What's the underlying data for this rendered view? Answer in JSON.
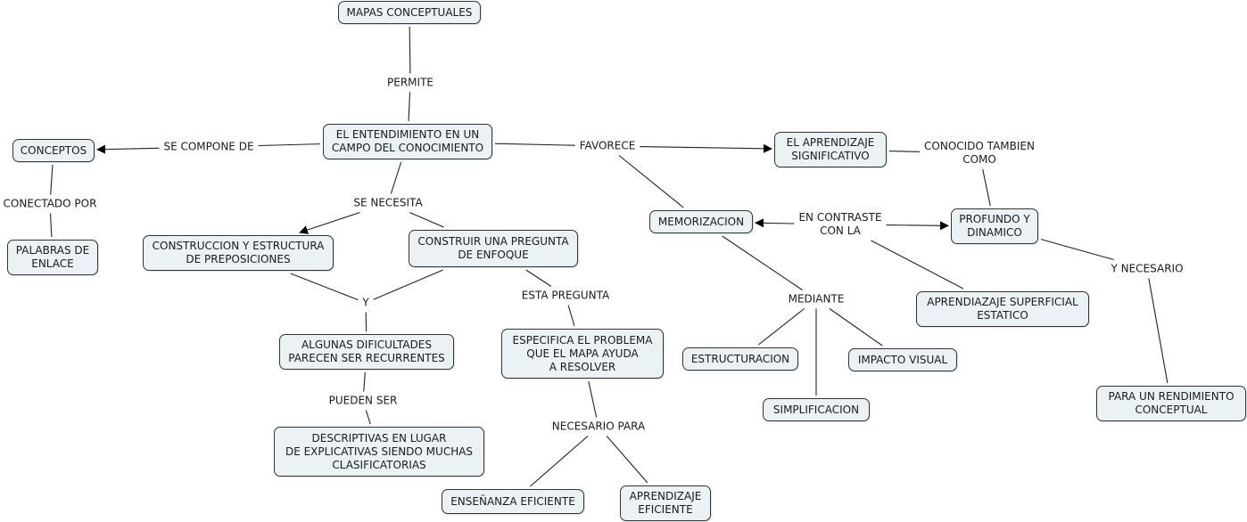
{
  "title": "MAPAS CONCEPTUALES",
  "concepts": [
    {
      "id": "mapas",
      "label": "MAPAS CONCEPTUALES"
    },
    {
      "id": "entendimiento",
      "label": "EL ENTENDIMIENTO EN UN\nCAMPO DEL CONOCIMIENTO"
    },
    {
      "id": "conceptos",
      "label": "CONCEPTOS"
    },
    {
      "id": "palabras",
      "label": "PALABRAS DE\nENLACE"
    },
    {
      "id": "construccion",
      "label": "CONSTRUCCION Y ESTRUCTURA\nDE PREPOSICIONES"
    },
    {
      "id": "pregunta",
      "label": "CONSTRUIR UNA PREGUNTA\nDE ENFOQUE"
    },
    {
      "id": "dificultades",
      "label": "ALGUNAS DIFICULTADES\nPARECEN SER RECURRENTES"
    },
    {
      "id": "descriptivas",
      "label": "DESCRIPTIVAS EN LUGAR\nDE EXPLICATIVAS SIENDO MUCHAS\nCLASIFICATORIAS"
    },
    {
      "id": "especifica",
      "label": "ESPECIFICA EL PROBLEMA\nQUE EL MAPA AYUDA\nA RESOLVER"
    },
    {
      "id": "ensenanza",
      "label": "ENSEÑANZA EFICIENTE"
    },
    {
      "id": "aprendizaje_ef",
      "label": "APRENDIZAJE\nEFICIENTE"
    },
    {
      "id": "memorizacion",
      "label": "MEMORIZACION"
    },
    {
      "id": "significativo",
      "label": "EL APRENDIZAJE\nSIGNIFICATIVO"
    },
    {
      "id": "profundo",
      "label": "PROFUNDO Y\nDINAMICO"
    },
    {
      "id": "superficial",
      "label": "APRENDIAZAJE SUPERFICIAL\nESTATICO"
    },
    {
      "id": "estructuracion",
      "label": "ESTRUCTURACION"
    },
    {
      "id": "simplificacion",
      "label": "SIMPLIFICACION"
    },
    {
      "id": "impacto",
      "label": "IMPACTO VISUAL"
    },
    {
      "id": "rendimiento",
      "label": "PARA UN RENDIMIENTO\nCONCEPTUAL"
    }
  ],
  "linking_phrases": [
    {
      "id": "permite",
      "label": "PERMITE"
    },
    {
      "id": "se_compone",
      "label": "SE COMPONE DE"
    },
    {
      "id": "conectado",
      "label": "CONECTADO POR"
    },
    {
      "id": "se_necesita",
      "label": "SE NECESITA"
    },
    {
      "id": "favorece",
      "label": "FAVORECE"
    },
    {
      "id": "y",
      "label": "Y"
    },
    {
      "id": "esta_pregunta",
      "label": "ESTA PREGUNTA"
    },
    {
      "id": "pueden_ser",
      "label": "PUEDEN SER"
    },
    {
      "id": "necesario_para",
      "label": "NECESARIO PARA"
    },
    {
      "id": "conocido",
      "label": "CONOCIDO TAMBIEN\nCOMO"
    },
    {
      "id": "contraste",
      "label": "EN CONTRASTE\nCON LA"
    },
    {
      "id": "mediante",
      "label": "MEDIANTE"
    },
    {
      "id": "y_necesario",
      "label": "Y NECESARIO"
    }
  ],
  "connections": [
    {
      "from": "mapas",
      "to": "permite"
    },
    {
      "from": "permite",
      "to": "entendimiento"
    },
    {
      "from": "entendimiento",
      "to": "se_compone"
    },
    {
      "from": "se_compone",
      "to": "conceptos",
      "arrow": true
    },
    {
      "from": "conceptos",
      "to": "conectado"
    },
    {
      "from": "conectado",
      "to": "palabras"
    },
    {
      "from": "entendimiento",
      "to": "se_necesita"
    },
    {
      "from": "se_necesita",
      "to": "construccion",
      "arrow": true
    },
    {
      "from": "se_necesita",
      "to": "pregunta"
    },
    {
      "from": "construccion",
      "to": "y"
    },
    {
      "from": "pregunta",
      "to": "y"
    },
    {
      "from": "y",
      "to": "dificultades"
    },
    {
      "from": "dificultades",
      "to": "pueden_ser"
    },
    {
      "from": "pueden_ser",
      "to": "descriptivas"
    },
    {
      "from": "pregunta",
      "to": "esta_pregunta"
    },
    {
      "from": "esta_pregunta",
      "to": "especifica"
    },
    {
      "from": "especifica",
      "to": "necesario_para"
    },
    {
      "from": "necesario_para",
      "to": "ensenanza"
    },
    {
      "from": "necesario_para",
      "to": "aprendizaje_ef"
    },
    {
      "from": "entendimiento",
      "to": "favorece"
    },
    {
      "from": "favorece",
      "to": "significativo",
      "arrow": true
    },
    {
      "from": "favorece",
      "to": "memorizacion"
    },
    {
      "from": "significativo",
      "to": "conocido"
    },
    {
      "from": "conocido",
      "to": "profundo"
    },
    {
      "from": "contraste",
      "to": "memorizacion",
      "arrow": true
    },
    {
      "from": "contraste",
      "to": "profundo",
      "arrow": true
    },
    {
      "from": "contraste",
      "to": "superficial"
    },
    {
      "from": "memorizacion",
      "to": "mediante"
    },
    {
      "from": "mediante",
      "to": "estructuracion"
    },
    {
      "from": "mediante",
      "to": "simplificacion"
    },
    {
      "from": "mediante",
      "to": "impacto"
    },
    {
      "from": "profundo",
      "to": "y_necesario"
    },
    {
      "from": "y_necesario",
      "to": "rendimiento"
    }
  ]
}
